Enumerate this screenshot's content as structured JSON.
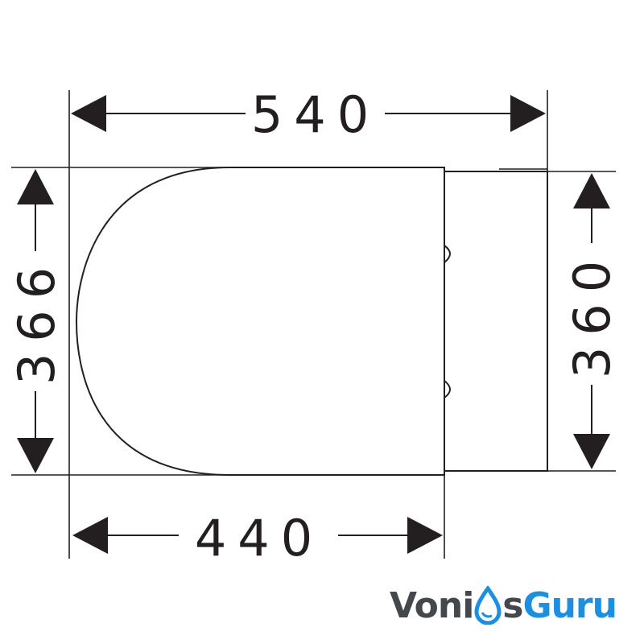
{
  "drawing": {
    "dimensions": {
      "overall_length": "540",
      "seat_length": "440",
      "seat_width": "366",
      "back_width": "360"
    }
  },
  "watermark": {
    "text_part1": "Voni",
    "text_part2": "s",
    "text_part3": "Guru"
  },
  "colors": {
    "line": "#231f20",
    "logo_grey": "#44484c",
    "logo_blue": "#1d8fe0"
  }
}
